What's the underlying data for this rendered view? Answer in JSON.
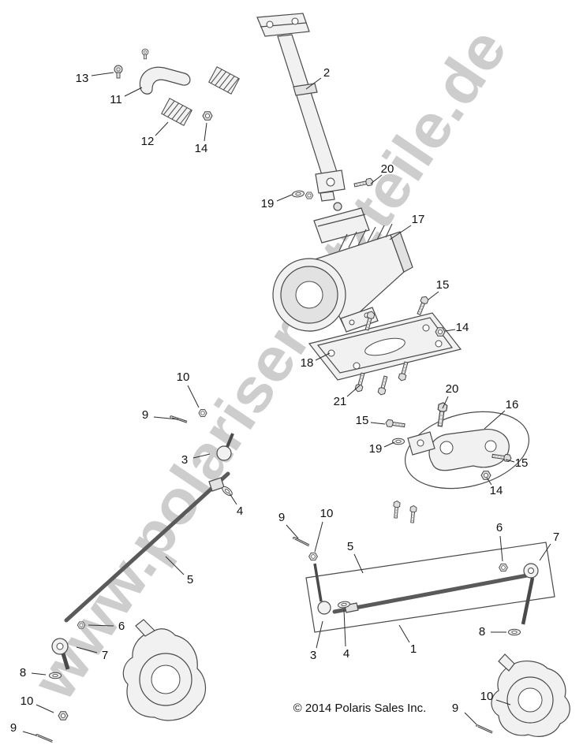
{
  "colors": {
    "watermark": "#bdbdbd",
    "leader": "#2b2b2b",
    "part_stroke": "#4a4a4a"
  },
  "watermark": {
    "text": "www.polarisersatzteile.de"
  },
  "footer": {
    "copyright": "© 2014 Polaris Sales Inc."
  },
  "callouts": [
    "13",
    "11",
    "12",
    "14",
    "2",
    "20",
    "19",
    "17",
    "15",
    "14",
    "18",
    "21",
    "10",
    "9",
    "3",
    "4",
    "20",
    "16",
    "15",
    "19",
    "15",
    "14",
    "9",
    "10",
    "5",
    "6",
    "7",
    "5",
    "6",
    "7",
    "1",
    "3",
    "4",
    "8",
    "8",
    "10",
    "9",
    "10",
    "9"
  ]
}
